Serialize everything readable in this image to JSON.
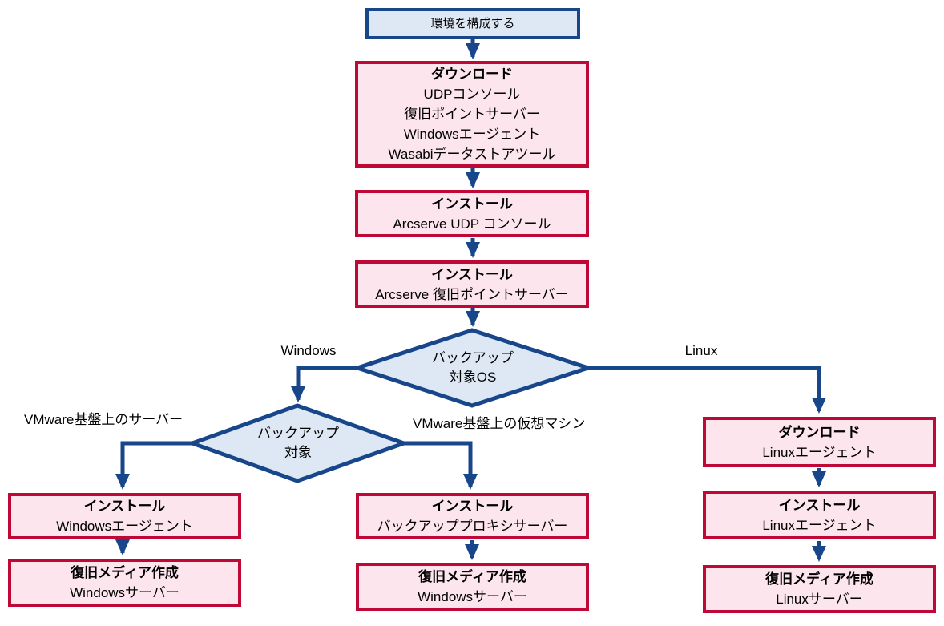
{
  "diagram": {
    "colors": {
      "line_blue": "#17468B",
      "decision_fill": "#DEE8F4",
      "process_border": "#C00836",
      "process_fill": "#FCE5EC",
      "text": "#000000"
    },
    "nodes": {
      "start": {
        "label": "環境を構成する"
      },
      "download_all": {
        "title": "ダウンロード",
        "lines": [
          "UDPコンソール",
          "復旧ポイントサーバー",
          "Windowsエージェント",
          "Wasabiデータストアツール"
        ]
      },
      "install_console": {
        "title": "インストール",
        "line": "Arcserve UDP コンソール"
      },
      "install_rps": {
        "title": "インストール",
        "line": "Arcserve 復旧ポイントサーバー"
      },
      "decision_os": {
        "line1": "バックアップ",
        "line2": "対象OS"
      },
      "decision_target": {
        "line1": "バックアップ",
        "line2": "対象"
      },
      "install_win_agent": {
        "title": "インストール",
        "line": "Windowsエージェント"
      },
      "media_win_left": {
        "title": "復旧メディア作成",
        "line": "Windowsサーバー"
      },
      "install_proxy": {
        "title": "インストール",
        "line": "バックアッププロキシサーバー"
      },
      "media_win_center": {
        "title": "復旧メディア作成",
        "line": "Windowsサーバー"
      },
      "download_linux": {
        "title": "ダウンロード",
        "line": "Linuxエージェント"
      },
      "install_linux": {
        "title": "インストール",
        "line": "Linuxエージェント"
      },
      "media_linux": {
        "title": "復旧メディア作成",
        "line": "Linuxサーバー"
      }
    },
    "edge_labels": {
      "windows": "Windows",
      "linux": "Linux",
      "vmware_server": "VMware基盤上のサーバー",
      "vmware_vm": "VMware基盤上の仮想マシン"
    }
  }
}
